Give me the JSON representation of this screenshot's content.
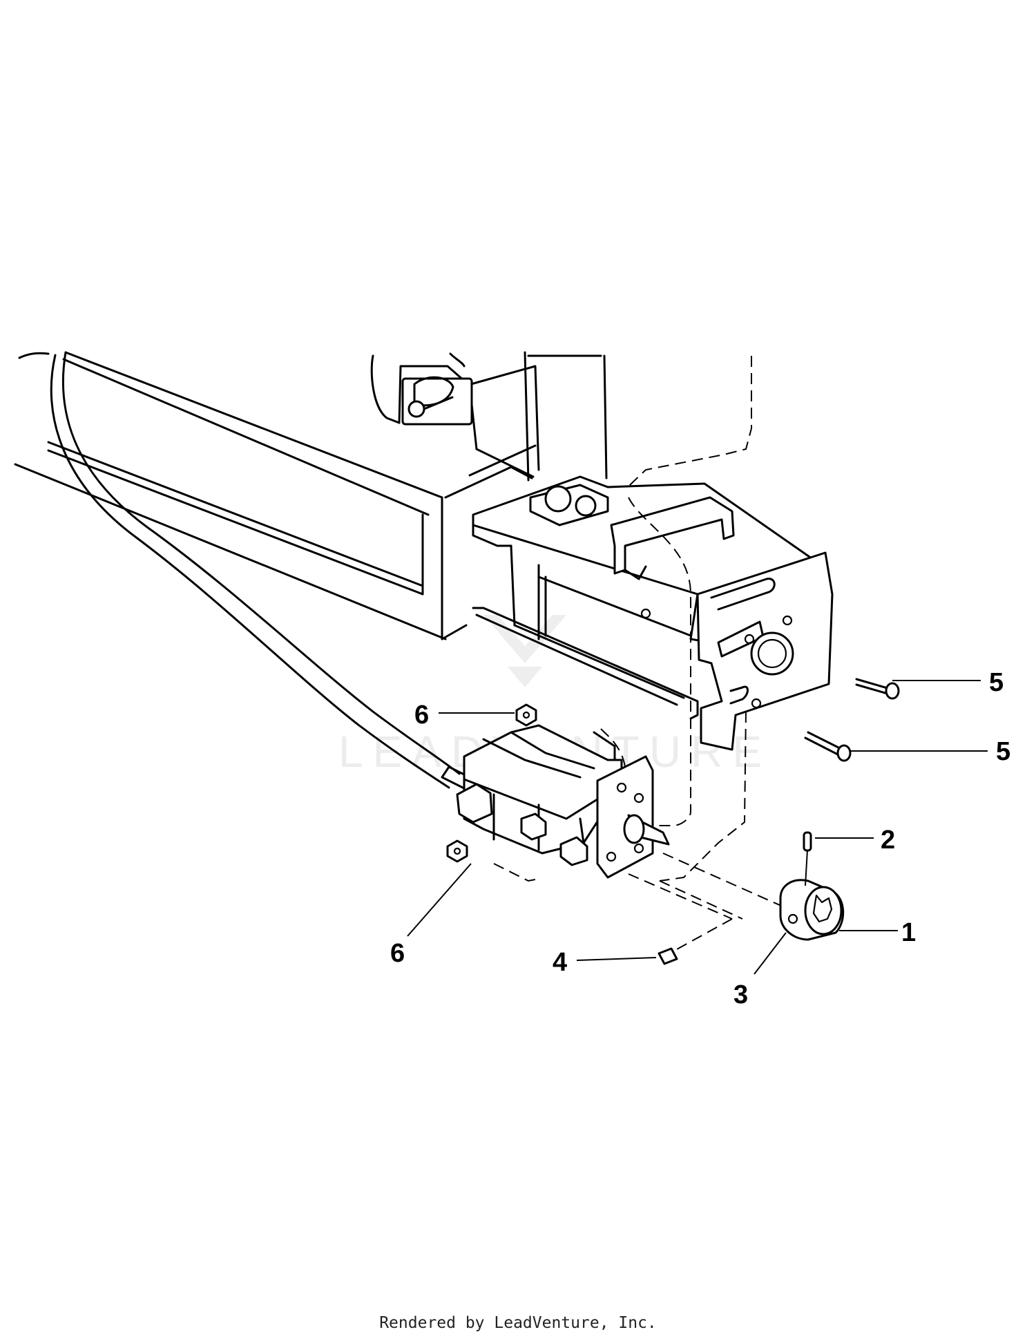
{
  "watermark": "LEADVENTURE",
  "footer": "Rendered by LeadVenture, Inc.",
  "callouts": {
    "c1": "1",
    "c2": "2",
    "c3": "3",
    "c4": "4",
    "c5a": "5",
    "c5b": "5",
    "c6a": "6",
    "c6b": "6"
  }
}
